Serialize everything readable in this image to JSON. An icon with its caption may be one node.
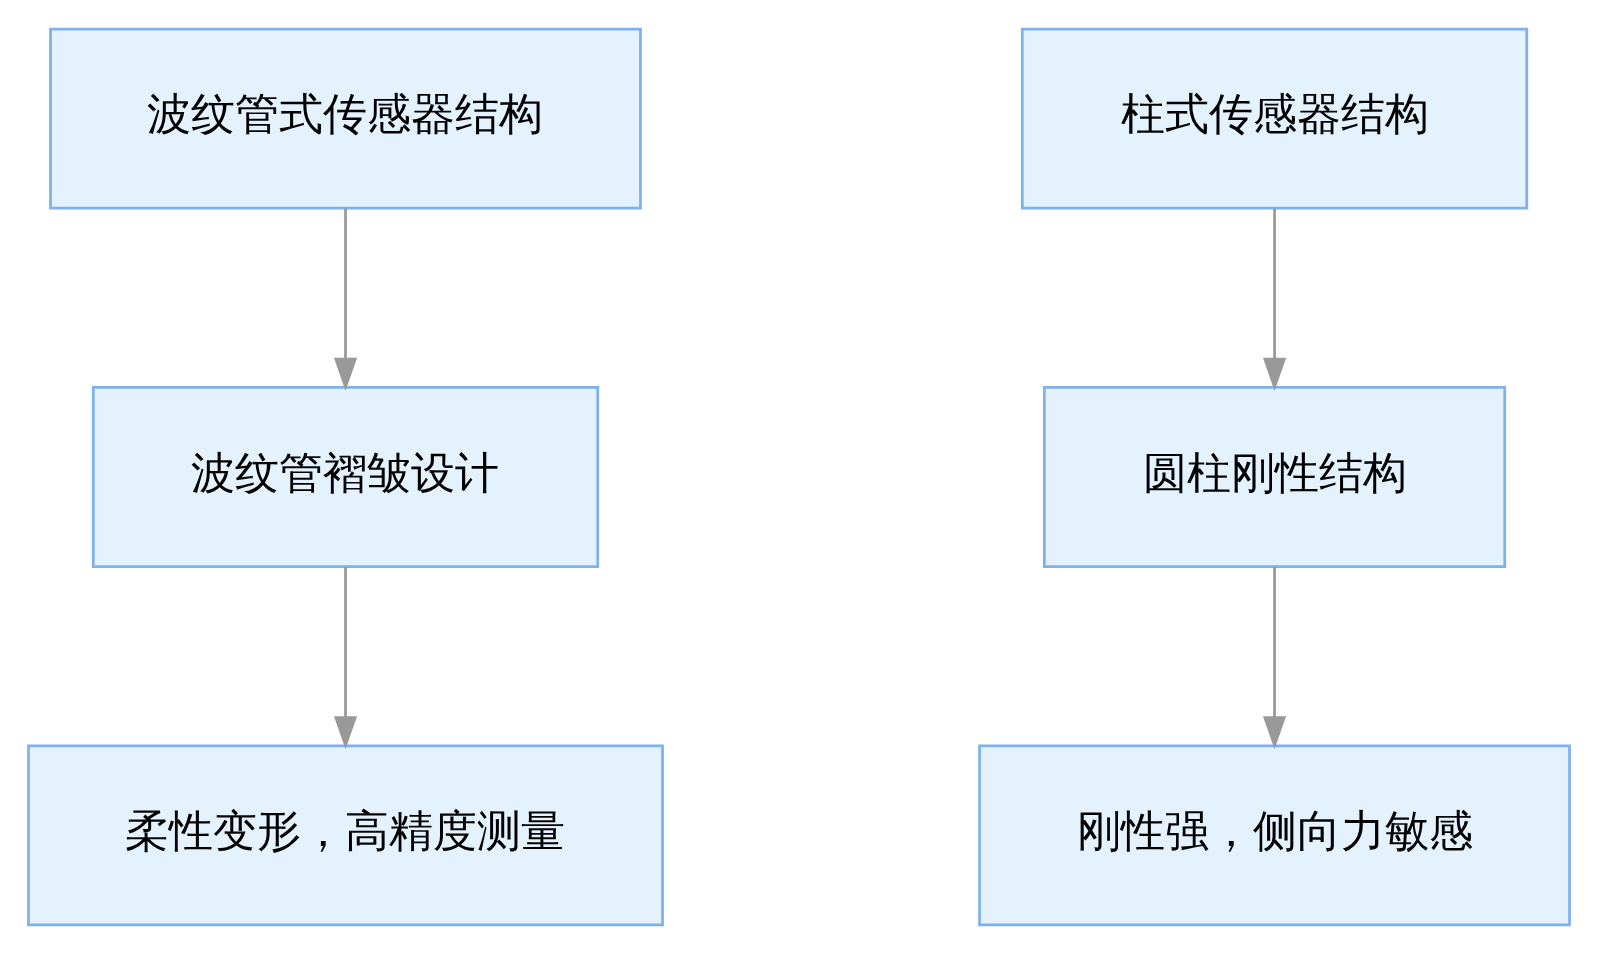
{
  "diagram": {
    "nodes": [
      {
        "text": [
          "波纹管式传感器结构"
        ]
      },
      {
        "text": [
          "波纹管褶皱设计"
        ]
      },
      {
        "text": [
          "柔性变形，高精度测量"
        ]
      },
      {
        "text": [
          "柱式传感器结构"
        ]
      },
      {
        "text": [
          "圆柱刚性结构"
        ]
      },
      {
        "text": [
          "刚性强，侧向力敏感"
        ]
      }
    ],
    "edges": [
      {
        "from": 0,
        "to": 1,
        "arrow": "to"
      },
      {
        "from": 1,
        "to": 2,
        "arrow": "to"
      },
      {
        "from": 3,
        "to": 4,
        "arrow": "to"
      },
      {
        "from": 4,
        "to": 5,
        "arrow": "to"
      }
    ]
  }
}
